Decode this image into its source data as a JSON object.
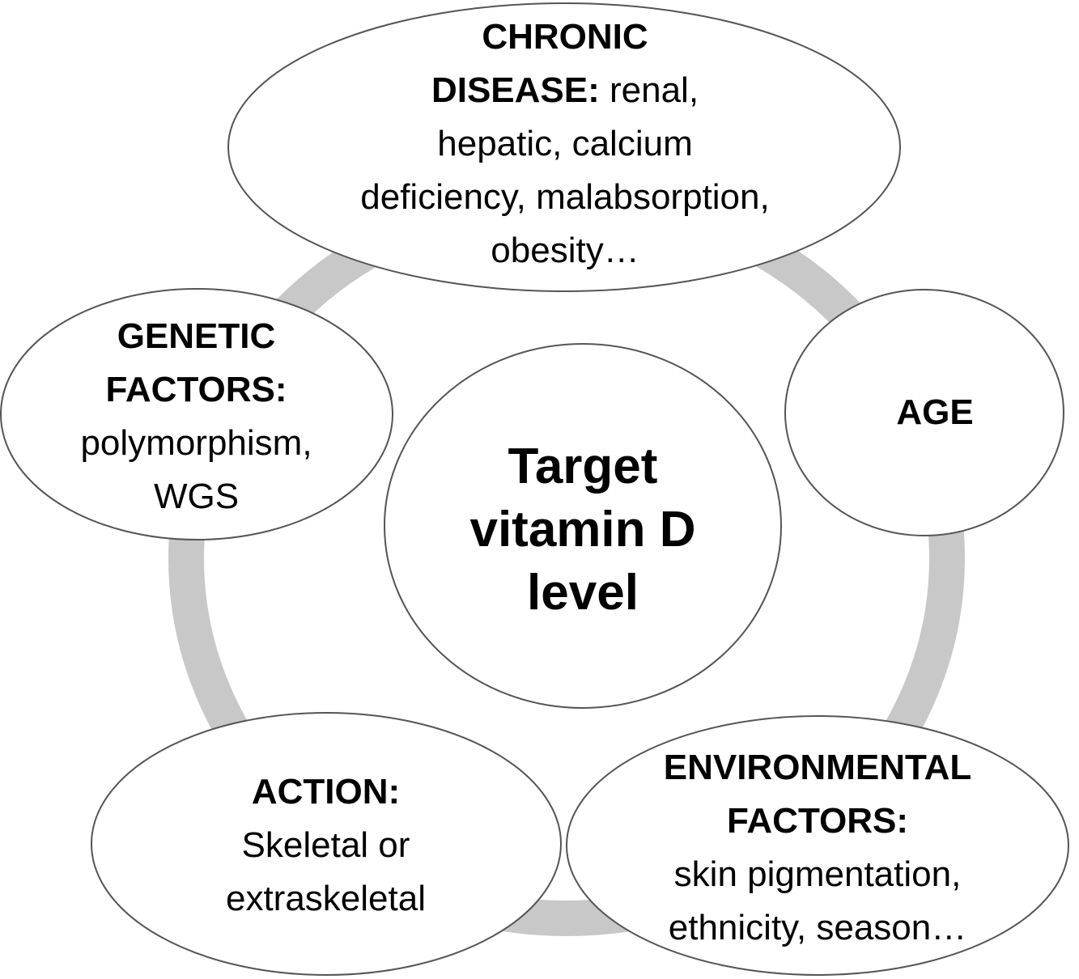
{
  "diagram": {
    "center": {
      "lines": [
        "Target",
        "vitamin D",
        "level"
      ]
    },
    "nodes": {
      "chronic_disease": {
        "title_line1": "CHRONIC",
        "title_line2": "DISEASE:",
        "line2_rest": " renal,",
        "line3": "hepatic, calcium",
        "line4": "deficiency, malabsorption,",
        "line5": "obesity…"
      },
      "genetic_factors": {
        "title_line1": "GENETIC",
        "title_line2": "FACTORS:",
        "line3": "polymorphism,",
        "line4": "WGS"
      },
      "age": {
        "title": "AGE"
      },
      "action": {
        "title": "ACTION:",
        "line2": "Skeletal or",
        "line3": "extraskeletal"
      },
      "environmental_factors": {
        "title_line1": "ENVIRONMENTAL",
        "title_line2": "FACTORS:",
        "line3": "skin pigmentation,",
        "line4": "ethnicity, season…"
      }
    },
    "colors": {
      "ring": "#c8c8c8",
      "ellipse_stroke": "#555555",
      "ellipse_fill": "#ffffff",
      "text": "#000000"
    }
  }
}
